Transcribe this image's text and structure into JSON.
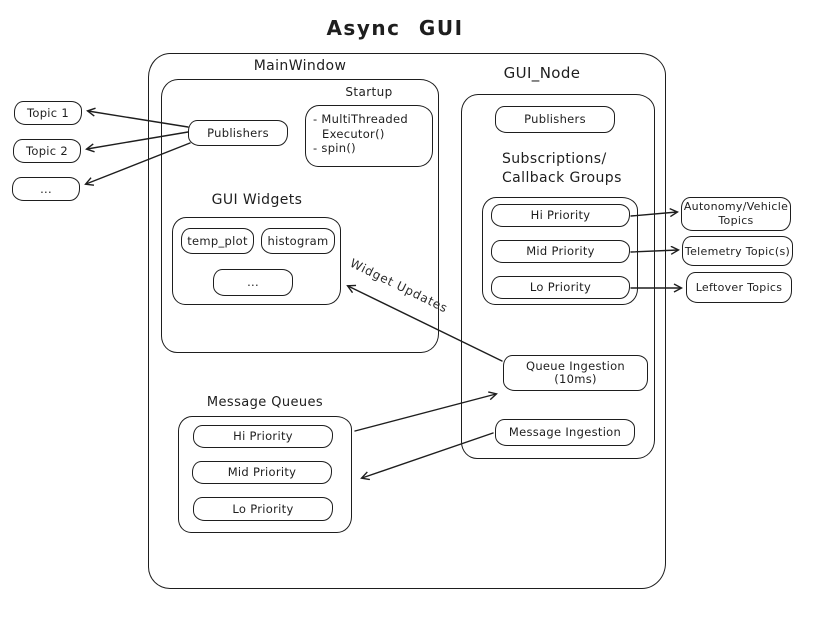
{
  "title": "Async GUI",
  "colors": {
    "stroke": "#1e1e1e",
    "background": "#ffffff"
  },
  "left_topics": {
    "items": [
      "Topic 1",
      "Topic 2",
      "..."
    ]
  },
  "main_window": {
    "label": "MainWindow",
    "publishers_label": "Publishers",
    "startup": {
      "label": "Startup",
      "line1": "- MultiThreaded",
      "line2": "Executor()",
      "line3": "- spin()"
    },
    "gui_widgets": {
      "label": "GUI Widgets",
      "items": [
        "temp_plot",
        "histogram",
        "..."
      ]
    }
  },
  "gui_node": {
    "label": "GUI_Node",
    "publishers_label": "Publishers",
    "subscriptions": {
      "label": "Subscriptions/\nCallback Groups",
      "items": [
        "Hi Priority",
        "Mid Priority",
        "Lo Priority"
      ]
    },
    "queue_ingestion_label": "Queue Ingestion (10ms)",
    "message_ingestion_label": "Message Ingestion"
  },
  "message_queues": {
    "label": "Message Queues",
    "items": [
      "Hi Priority",
      "Mid Priority",
      "Lo Priority"
    ]
  },
  "right_topics": {
    "items": [
      "Autonomy/Vehicle\nTopics",
      "Telemetry Topic(s)",
      "Leftover Topics"
    ]
  },
  "annotations": {
    "widget_updates": "Widget Updates"
  }
}
